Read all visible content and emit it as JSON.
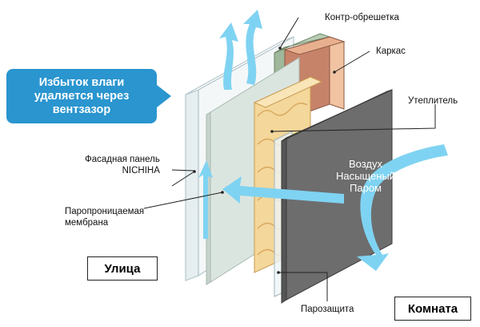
{
  "callout": {
    "line1": "Избыток влаги",
    "line2": "удаляется через",
    "line3": "вентзазор"
  },
  "labels": {
    "counter_batten": "Контр-обрешетка",
    "frame": "Каркас",
    "insulation": "Утеплитель",
    "facade_panel_line1": "Фасадная панель",
    "facade_panel_line2": "NICHIHA",
    "membrane_line1": "Паропроницаемая",
    "membrane_line2": "мембрана",
    "vapor_barrier": "Парозащита"
  },
  "air": {
    "line1": "Воздух",
    "line2": "Насыщеный",
    "line3": "Паром"
  },
  "sides": {
    "outside": "Улица",
    "room": "Комната"
  },
  "colors": {
    "arrow_blue": "#7fd3f2",
    "callout_blue": "#2a95cf",
    "insulation_yellow": "#f4d79a",
    "frame_brown": "#c7826a",
    "batten_green": "#9fb79a",
    "drywall_gray": "#6d6d6d"
  }
}
